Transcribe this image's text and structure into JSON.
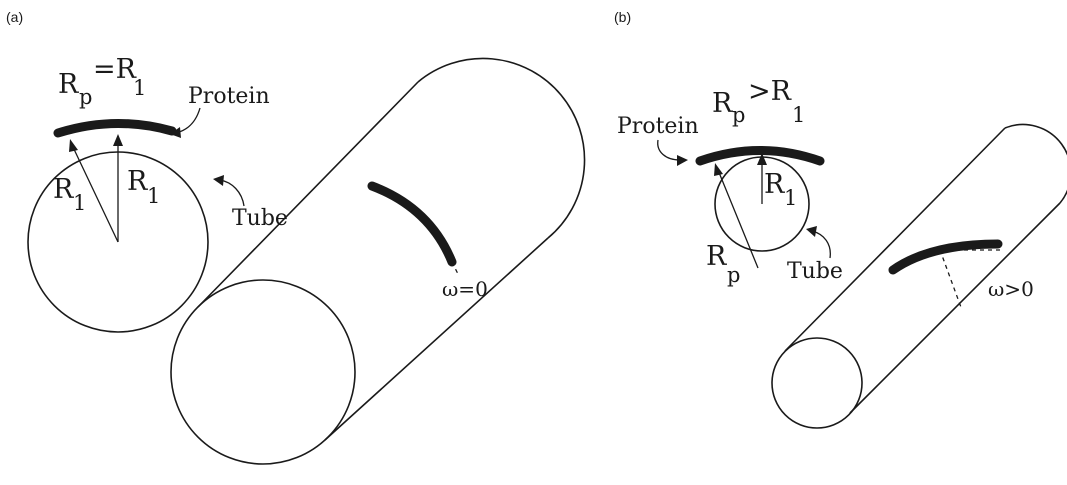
{
  "panels": [
    {
      "label": "(a)",
      "condition": {
        "main": "R",
        "sub": "p",
        "relation": "=R",
        "sub2": "1"
      },
      "protein_label": "Protein",
      "tube_label": "Tube",
      "radius_labels": [
        {
          "main": "R",
          "sub": "1"
        },
        {
          "main": "R",
          "sub": "1"
        }
      ],
      "angle_label": "ω=0"
    },
    {
      "label": "(b)",
      "condition": {
        "main": "R",
        "sub": "p",
        "relation": ">R",
        "sub2": "1"
      },
      "protein_label": "Protein",
      "tube_label": "Tube",
      "radius_labels": [
        {
          "main": "R",
          "sub": "1"
        },
        {
          "main": "R",
          "sub": "p"
        }
      ],
      "angle_label": "ω>0"
    }
  ]
}
